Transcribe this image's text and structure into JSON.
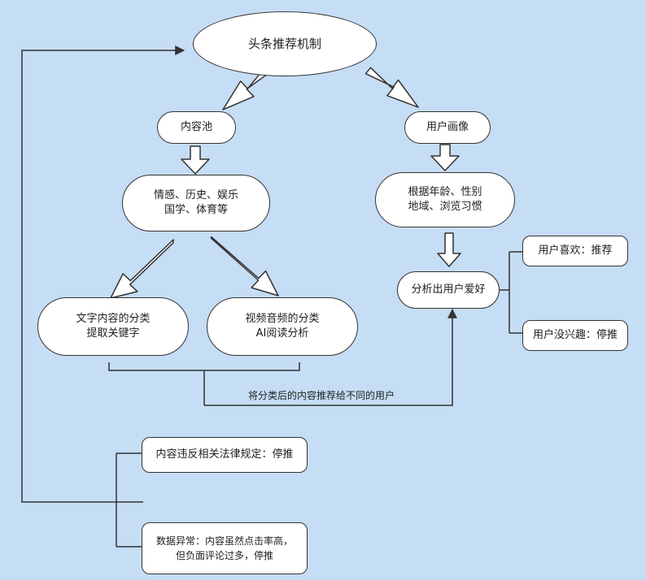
{
  "nodes": {
    "root": "头条推荐机制",
    "content_pool": "内容池",
    "user_profile": "用户画像",
    "categories": [
      "情感、历史、娱乐",
      "国学、体育等"
    ],
    "user_attrs": [
      "根据年龄、性别",
      "地域、浏览习惯"
    ],
    "text_classify": [
      "文字内容的分类",
      "提取关键字"
    ],
    "video_classify": [
      "视频音频的分类",
      "AI阅读分析"
    ],
    "analyze_pref": "分析出用户爱好",
    "user_likes": "用户喜欢：推荐",
    "user_not_interested": "用户没兴趣：停推",
    "violation": "内容违反相关法律规定：停推",
    "abnormal": [
      "数据异常：内容虽然点击率高，",
      "但负面评论过多，停推"
    ]
  },
  "labels": {
    "push_to_users": "将分类后的内容推荐给不同的用户"
  },
  "colors": {
    "background": "#c5ddf5",
    "node_fill": "#ffffff",
    "stroke": "#333333"
  }
}
